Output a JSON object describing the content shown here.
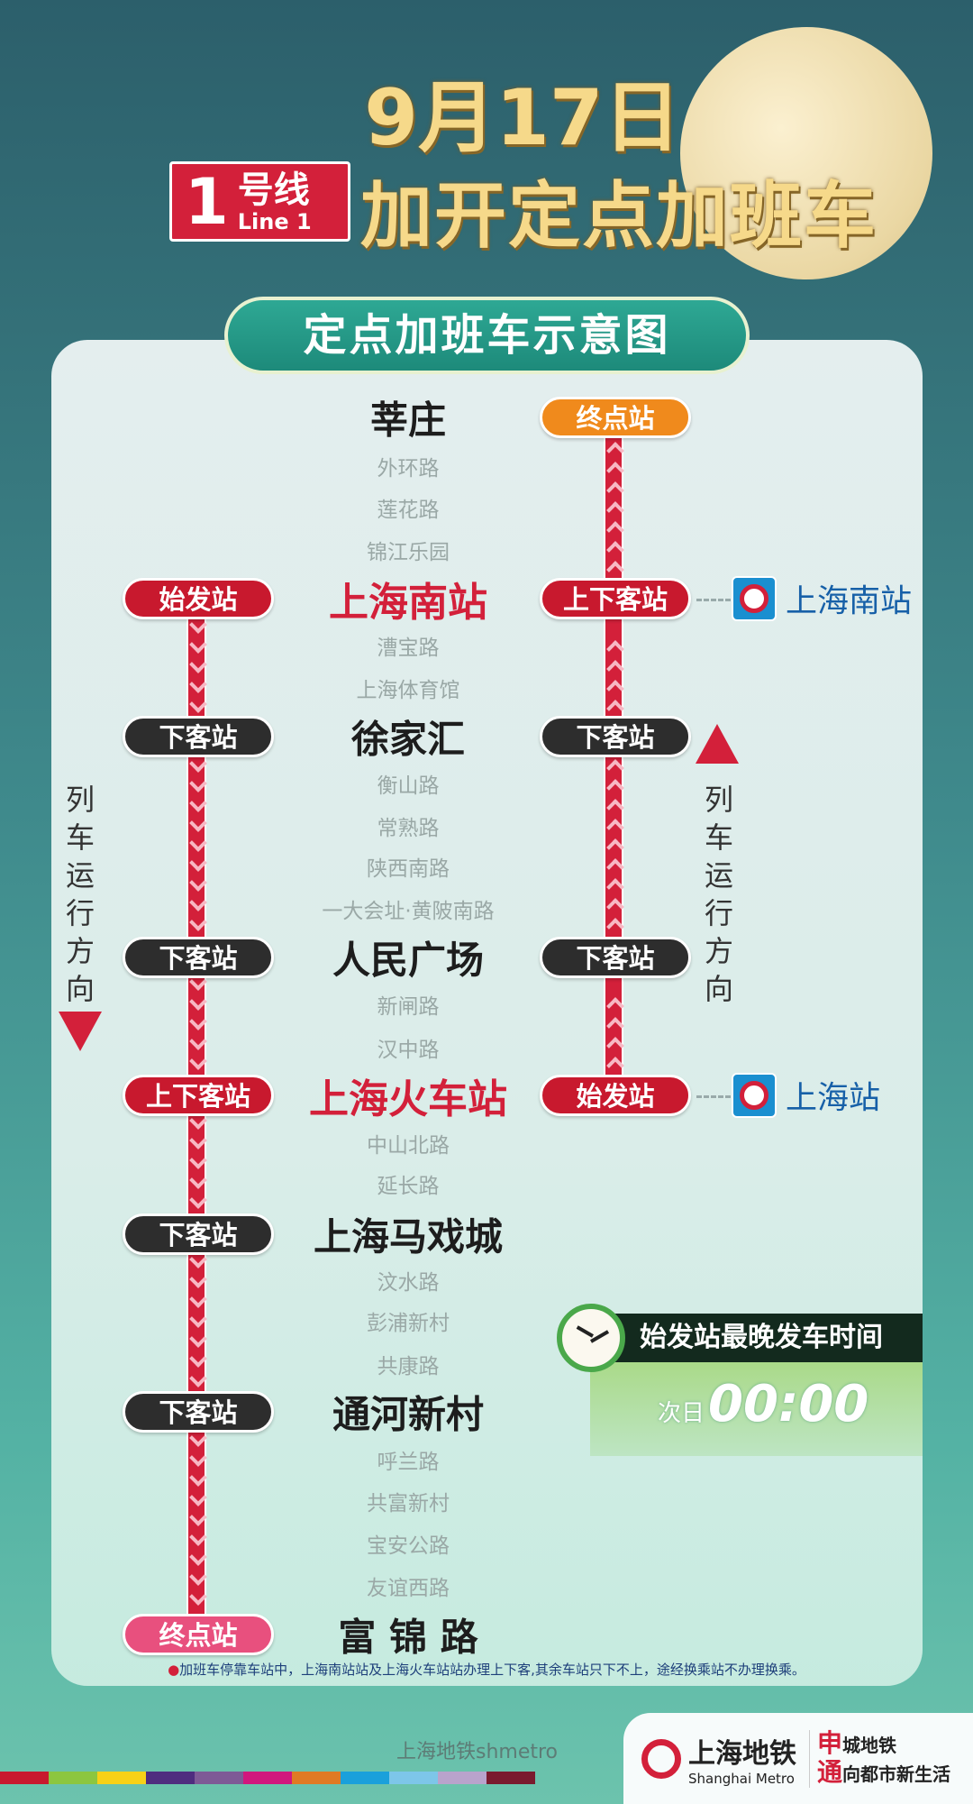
{
  "header": {
    "date": "9月17日",
    "subtitle": "加开定点加班车",
    "line_number": "1",
    "line_cn": "号线",
    "line_en": "Line 1"
  },
  "diagram_title": "定点加班车示意图",
  "stations": [
    {
      "name": "莘庄",
      "style": "major",
      "right": "终点站",
      "right_color": "#f08a1c"
    },
    {
      "name": "外环路",
      "style": "minor"
    },
    {
      "name": "莲花路",
      "style": "minor"
    },
    {
      "name": "锦江乐园",
      "style": "minor"
    },
    {
      "name": "上海南站",
      "style": "hl",
      "left": "始发站",
      "left_color": "#c8192e",
      "right": "上下客站",
      "right_color": "#c8192e",
      "rail": "上海南站"
    },
    {
      "name": "漕宝路",
      "style": "minor"
    },
    {
      "name": "上海体育馆",
      "style": "minor"
    },
    {
      "name": "徐家汇",
      "style": "major",
      "left": "下客站",
      "left_color": "#2d2d2d",
      "right": "下客站",
      "right_color": "#2d2d2d"
    },
    {
      "name": "衡山路",
      "style": "minor"
    },
    {
      "name": "常熟路",
      "style": "minor"
    },
    {
      "name": "陕西南路",
      "style": "minor"
    },
    {
      "name": "一大会址·黄陂南路",
      "style": "minor"
    },
    {
      "name": "人民广场",
      "style": "major",
      "left": "下客站",
      "left_color": "#2d2d2d",
      "right": "下客站",
      "right_color": "#2d2d2d"
    },
    {
      "name": "新闸路",
      "style": "minor"
    },
    {
      "name": "汉中路",
      "style": "minor"
    },
    {
      "name": "上海火车站",
      "style": "hl",
      "left": "上下客站",
      "left_color": "#c8192e",
      "right": "始发站",
      "right_color": "#c8192e",
      "rail": "上海站"
    },
    {
      "name": "中山北路",
      "style": "minor"
    },
    {
      "name": "延长路",
      "style": "minor"
    },
    {
      "name": "上海马戏城",
      "style": "major",
      "left": "下客站",
      "left_color": "#2d2d2d"
    },
    {
      "name": "汶水路",
      "style": "minor"
    },
    {
      "name": "彭浦新村",
      "style": "minor"
    },
    {
      "name": "共康路",
      "style": "minor"
    },
    {
      "name": "通河新村",
      "style": "major",
      "left": "下客站",
      "left_color": "#2d2d2d"
    },
    {
      "name": "呼兰路",
      "style": "minor"
    },
    {
      "name": "共富新村",
      "style": "minor"
    },
    {
      "name": "宝安公路",
      "style": "minor"
    },
    {
      "name": "友谊西路",
      "style": "minor"
    },
    {
      "name": "富 锦 路",
      "style": "major",
      "left": "终点站",
      "left_color": "#e8507e"
    }
  ],
  "direction_label": "列车运行方向",
  "last_departure": {
    "title": "始发站最晚发车时间",
    "prefix": "次日",
    "time": "00:00"
  },
  "note": "加班车停靠车站中，上海南站站及上海火车站站办理上下客,其余车站只下不上，途经换乘站不办理换乘。",
  "footer": {
    "logo_cn": "上海地铁",
    "logo_en": "Shanghai Metro",
    "slogan_1a": "申",
    "slogan_1b": "城地铁",
    "slogan_2a": "通",
    "slogan_2b": "向都市新生活",
    "watermark": "上海地铁shmetro"
  },
  "colors": {
    "line1": "#d3203a",
    "stripes": [
      "#c8192e",
      "#8cc63f",
      "#f7d117",
      "#4f2d7f",
      "#7e5a96",
      "#d1177d",
      "#e07a24",
      "#1aa0db",
      "#7dc6e9",
      "#b9a3cc",
      "#7a1a2e"
    ]
  }
}
